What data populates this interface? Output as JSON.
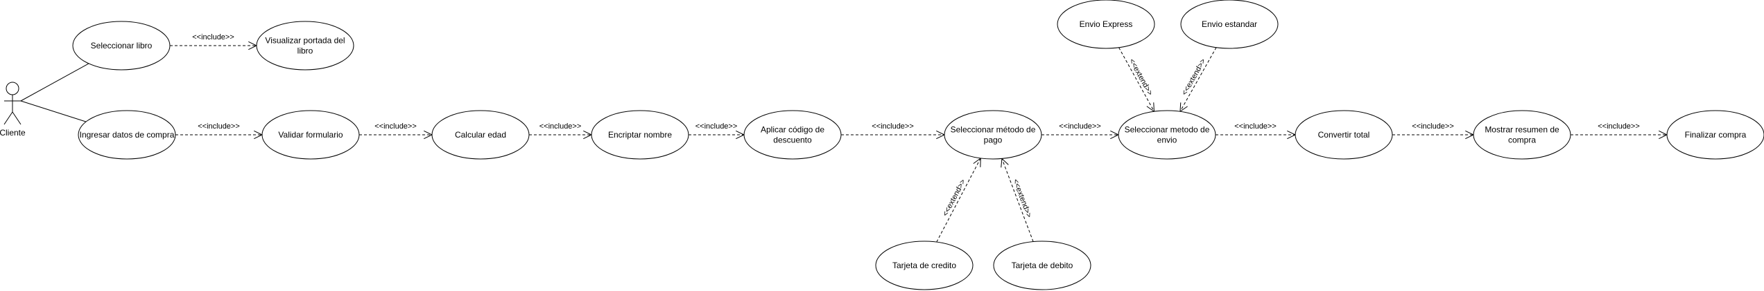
{
  "actor": {
    "name": "Cliente"
  },
  "use_cases": {
    "seleccionar_libro": [
      "Seleccionar libro"
    ],
    "visualizar_portada": [
      "Visualizar portada del",
      "libro"
    ],
    "ingresar_datos": [
      "Ingresar datos de compra"
    ],
    "validar_formulario": [
      "Validar formulario"
    ],
    "calcular_edad": [
      "Calcular edad"
    ],
    "encriptar_nombre": [
      "Encriptar nombre"
    ],
    "aplicar_codigo": [
      "Aplicar código de",
      "descuento"
    ],
    "seleccionar_pago": [
      "Seleccionar método de",
      "pago"
    ],
    "seleccionar_envio": [
      "Seleccionar metodo de",
      "envio"
    ],
    "convertir_total": [
      "Convertir total"
    ],
    "mostrar_resumen": [
      "Mostrar resumen de",
      "compra"
    ],
    "finalizar_compra": [
      "Finalizar compra"
    ],
    "envio_express": [
      "Envio Express"
    ],
    "envio_estandar": [
      "Envio estandar"
    ],
    "tarjeta_credito": [
      "Tarjeta de credito"
    ],
    "tarjeta_debito": [
      "Tarjeta de debito"
    ]
  },
  "relations": [
    {
      "from": "seleccionar_libro",
      "to": "visualizar_portada",
      "label": "<<include>>"
    },
    {
      "from": "ingresar_datos",
      "to": "validar_formulario",
      "label": "<<include>>"
    },
    {
      "from": "validar_formulario",
      "to": "calcular_edad",
      "label": "<<include>>"
    },
    {
      "from": "calcular_edad",
      "to": "encriptar_nombre",
      "label": "<<include>>"
    },
    {
      "from": "encriptar_nombre",
      "to": "aplicar_codigo",
      "label": "<<include>>"
    },
    {
      "from": "aplicar_codigo",
      "to": "seleccionar_pago",
      "label": "<<include>>"
    },
    {
      "from": "seleccionar_pago",
      "to": "seleccionar_envio",
      "label": "<<include>>"
    },
    {
      "from": "seleccionar_envio",
      "to": "convertir_total",
      "label": "<<include>>"
    },
    {
      "from": "convertir_total",
      "to": "mostrar_resumen",
      "label": "<<include>>"
    },
    {
      "from": "mostrar_resumen",
      "to": "finalizar_compra",
      "label": "<<include>>"
    },
    {
      "from": "envio_express",
      "to": "seleccionar_envio",
      "label": "<<extend>>"
    },
    {
      "from": "envio_estandar",
      "to": "seleccionar_envio",
      "label": "<<extend>>"
    },
    {
      "from": "tarjeta_credito",
      "to": "seleccionar_pago",
      "label": "<<extend>>"
    },
    {
      "from": "tarjeta_debito",
      "to": "seleccionar_pago",
      "label": "<<extend>>"
    }
  ],
  "associations": [
    "seleccionar_libro",
    "ingresar_datos"
  ]
}
